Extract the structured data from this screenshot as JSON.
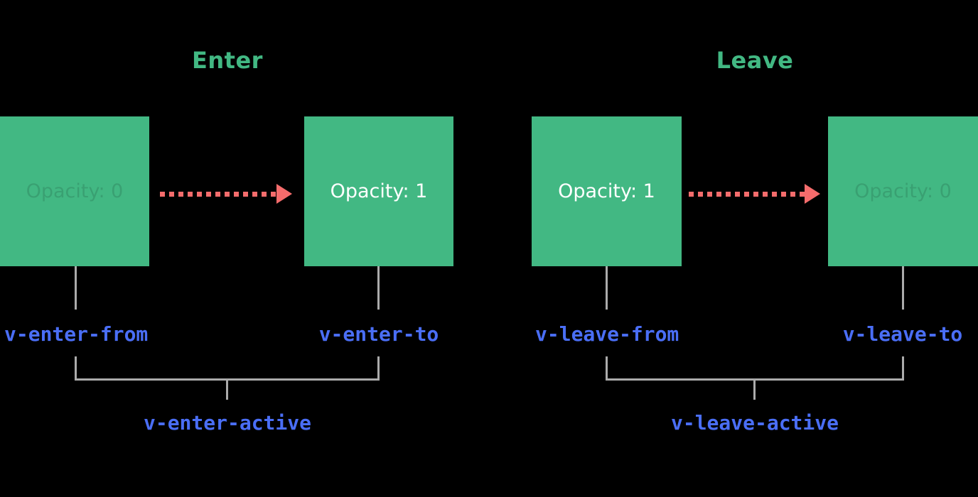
{
  "diagram": {
    "background_color": "#000000",
    "colors": {
      "box_green": "#42b883",
      "title_green": "#42b883",
      "arrow_red": "#f56c6c",
      "class_label_blue": "#4a6ef5",
      "connector_gray": "#ababab",
      "box_text_white": "#ffffff"
    },
    "sections": [
      {
        "title": "Enter",
        "start_box": {
          "label": "Opacity: 0",
          "style": "faded"
        },
        "end_box": {
          "label": "Opacity: 1",
          "style": "normal"
        },
        "from_class": "v-enter-from",
        "to_class": "v-enter-to",
        "active_class": "v-enter-active"
      },
      {
        "title": "Leave",
        "start_box": {
          "label": "Opacity: 1",
          "style": "normal"
        },
        "end_box": {
          "label": "Opacity: 0",
          "style": "faded"
        },
        "from_class": "v-leave-from",
        "to_class": "v-leave-to",
        "active_class": "v-leave-active"
      }
    ]
  }
}
